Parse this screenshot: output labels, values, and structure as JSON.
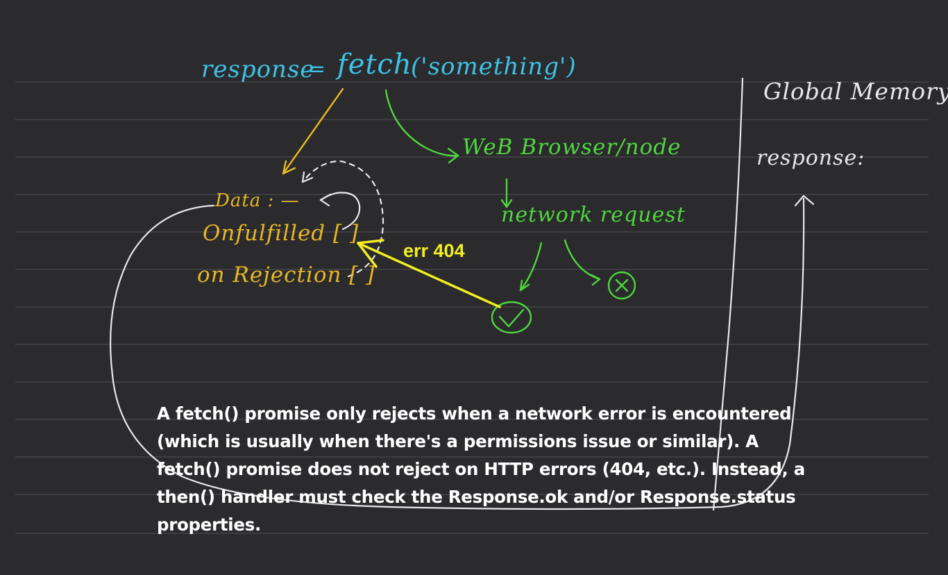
{
  "code": {
    "var": "response",
    "eq": "=",
    "fn": "fetch",
    "arg": "('something')"
  },
  "promise": {
    "data": "Data : —",
    "onfulfilled": "Onfulfilled [ ]",
    "onrejection": "on Rejection [ ]"
  },
  "browser": {
    "label": "WeB Browser/node",
    "request": "network request",
    "success_symbol": "✓",
    "fail_symbol": "✕"
  },
  "memory": {
    "title": "Global Memory",
    "var": "response:"
  },
  "error_label": "err 404",
  "note": "A fetch() promise only rejects when a network error is encountered (which is usually when there's a permissions issue or similar). A fetch() promise does not reject on HTTP errors (404, etc.). Instead, a then() handler must check the Response.ok and/or Response.status properties.",
  "colors": {
    "board": "#2b2b2e",
    "code": "#3ec3e6",
    "promise": "#e8b723",
    "browser": "#4fd63f",
    "memory": "#e8e8e8",
    "error": "#f2ee20",
    "ruled_line": "#4a4a4e"
  }
}
